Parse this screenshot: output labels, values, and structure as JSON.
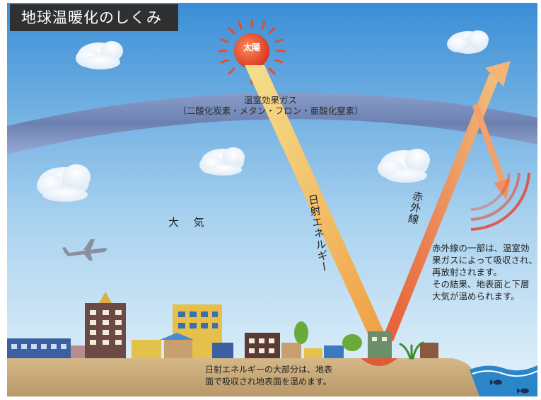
{
  "title": "地球温暖化のしくみ",
  "greenhouse_gas": {
    "line1": "温室効果ガス",
    "line2": "（二酸化炭素・メタン・フロン・亜酸化窒素）"
  },
  "sun_label": "太陽",
  "atmosphere_label": "大 気",
  "solar_energy_label": "日射エネルギー",
  "infrared_label": "赤外線",
  "infrared_note": {
    "line1": "赤外線の一部は、温室効",
    "line2": "果ガスによって吸収され、",
    "line3": "再放射されます。",
    "line4": "その結果、地表面と下層",
    "line5": "大気が温められます。"
  },
  "ground_note": {
    "line1": "日射エネルギーの大部分は、地表",
    "line2": "面で吸収され地表面を温めます。"
  },
  "colors": {
    "sky_top": "#3a8ed6",
    "sky_bottom": "#e6f3fb",
    "gas_band": "#6b78a8",
    "sun": "#e9472a",
    "solar_beam": "#f6b640",
    "infrared_beam": "#f08a4a",
    "ground": "#c8a878",
    "sea": "#2a86c8",
    "title_bg": "#303030"
  }
}
